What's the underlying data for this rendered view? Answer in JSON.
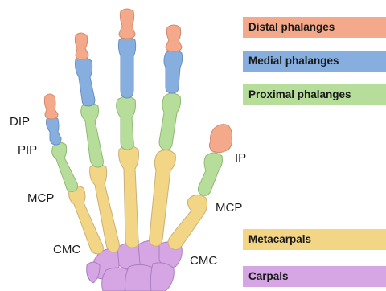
{
  "legend": [
    {
      "key": "distal",
      "label": "Distal phalanges",
      "color": "#f4a98a"
    },
    {
      "key": "medial",
      "label": "Medial phalanges",
      "color": "#86aedf"
    },
    {
      "key": "proximal",
      "label": "Proximal phalanges",
      "color": "#b7dd9a"
    },
    {
      "key": "metacarpal",
      "label": "Metacarpals",
      "color": "#f2d585"
    },
    {
      "key": "carpal",
      "label": "Carpals",
      "color": "#d6a6e4"
    }
  ],
  "joint_labels": {
    "dip": "DIP",
    "pip": "PIP",
    "mcp_left": "MCP",
    "cmc_left": "CMC",
    "ip": "IP",
    "mcp_right": "MCP",
    "cmc_right": "CMC"
  },
  "bone_outline_color": "#c9b07a"
}
